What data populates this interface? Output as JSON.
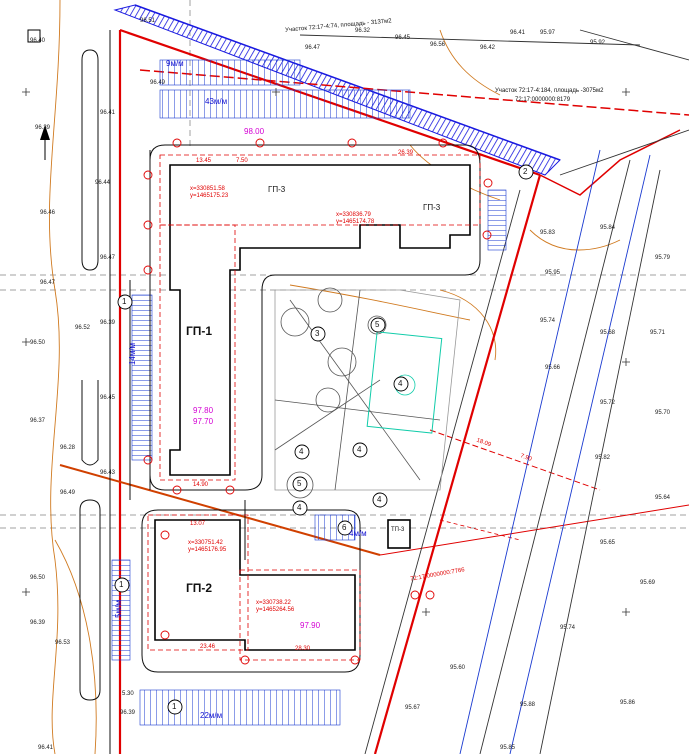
{
  "buildings": {
    "gp1": {
      "label": "ГП-1"
    },
    "gp2": {
      "label": "ГП-2"
    },
    "gp3_top": {
      "label": "ГП-3"
    },
    "gp3_right": {
      "label": "ГП-3"
    },
    "tp": {
      "label": "ТП-3"
    }
  },
  "parcels": {
    "top": {
      "line1": "Участок 72:17-4:74, площадь - 3137м2"
    },
    "right_top": {
      "line1": "Участок 72:17-4:184, площадь -3075м2",
      "line2": "72:17:0000000:8179"
    },
    "lower": {
      "line1": "72:17:0000000:7766"
    }
  },
  "parking": {
    "p1": {
      "label": "9м/м"
    },
    "p2": {
      "label": "43м/м"
    },
    "p3": {
      "label": "14м/м"
    },
    "p4": {
      "label": "22м/м"
    },
    "p5": {
      "label": "5м/м"
    },
    "p6": {
      "label": "4м/м"
    }
  },
  "zone_numbers": [
    "1",
    "2",
    "3",
    "4",
    "5",
    "6"
  ],
  "elevations": {
    "e1": "97.80",
    "e2": "97.70",
    "e3": "97.90",
    "e4": "98.00"
  },
  "dims": {
    "d1": "13.45",
    "d2": "7.50",
    "d3": "26.39",
    "d4": "14.90",
    "d5": "13.07",
    "d6": "23.46",
    "d7": "28.30",
    "d8": "5.30",
    "d9": "18.09",
    "d10": "7.90"
  },
  "coords": {
    "c1": "x=330851.58",
    "c2": "y=1465175.23",
    "c3": "x=330836.79",
    "c4": "y=1465174.78",
    "c5": "x=330751.42",
    "c6": "y=1465176.95",
    "c7": "x=330738.22",
    "c8": "y=1465264.56"
  },
  "spot_heights": [
    "96.40",
    "96.41",
    "96.39",
    "96.44",
    "96.46",
    "96.47",
    "96.47",
    "96.39",
    "96.50",
    "96.52",
    "96.45",
    "96.37",
    "96.28",
    "96.43",
    "96.49",
    "96.50",
    "96.53",
    "96.39",
    "96.39",
    "96.41",
    "96.51",
    "96.49",
    "96.47",
    "96.32",
    "96.45",
    "96.56",
    "96.41",
    "96.42",
    "95.97",
    "95.92",
    "95.83",
    "95.84",
    "95.95",
    "95.79",
    "95.74",
    "95.68",
    "95.66",
    "95.71",
    "95.72",
    "95.70",
    "95.82",
    "95.64",
    "95.65",
    "95.69",
    "95.74",
    "95.86",
    "95.88",
    "95.60",
    "95.67",
    "95.85"
  ]
}
